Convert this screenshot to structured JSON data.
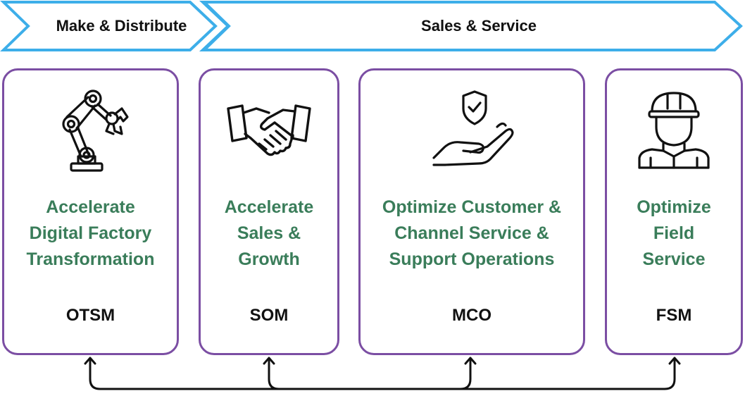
{
  "header": {
    "stage1_label": "Make & Distribute",
    "stage2_label": "Sales & Service"
  },
  "cards": [
    {
      "icon": "robot-arm-icon",
      "title_lines": [
        "Accelerate",
        "Digital Factory",
        "Transformation"
      ],
      "code": "OTSM"
    },
    {
      "icon": "handshake-icon",
      "title_lines": [
        "Accelerate",
        "Sales &",
        "Growth"
      ],
      "code": "SOM"
    },
    {
      "icon": "hand-shield-check-icon",
      "title_lines": [
        "Optimize Customer &",
        "Channel Service &",
        "Support Operations"
      ],
      "code": "MCO"
    },
    {
      "icon": "field-worker-icon",
      "title_lines": [
        "Optimize",
        "Field",
        "Service"
      ],
      "code": "FSM"
    }
  ],
  "colors": {
    "chevron_stroke": "#3daee9",
    "card_border": "#7b4ea3",
    "title_text": "#3a7d5a",
    "connector": "#111111"
  }
}
